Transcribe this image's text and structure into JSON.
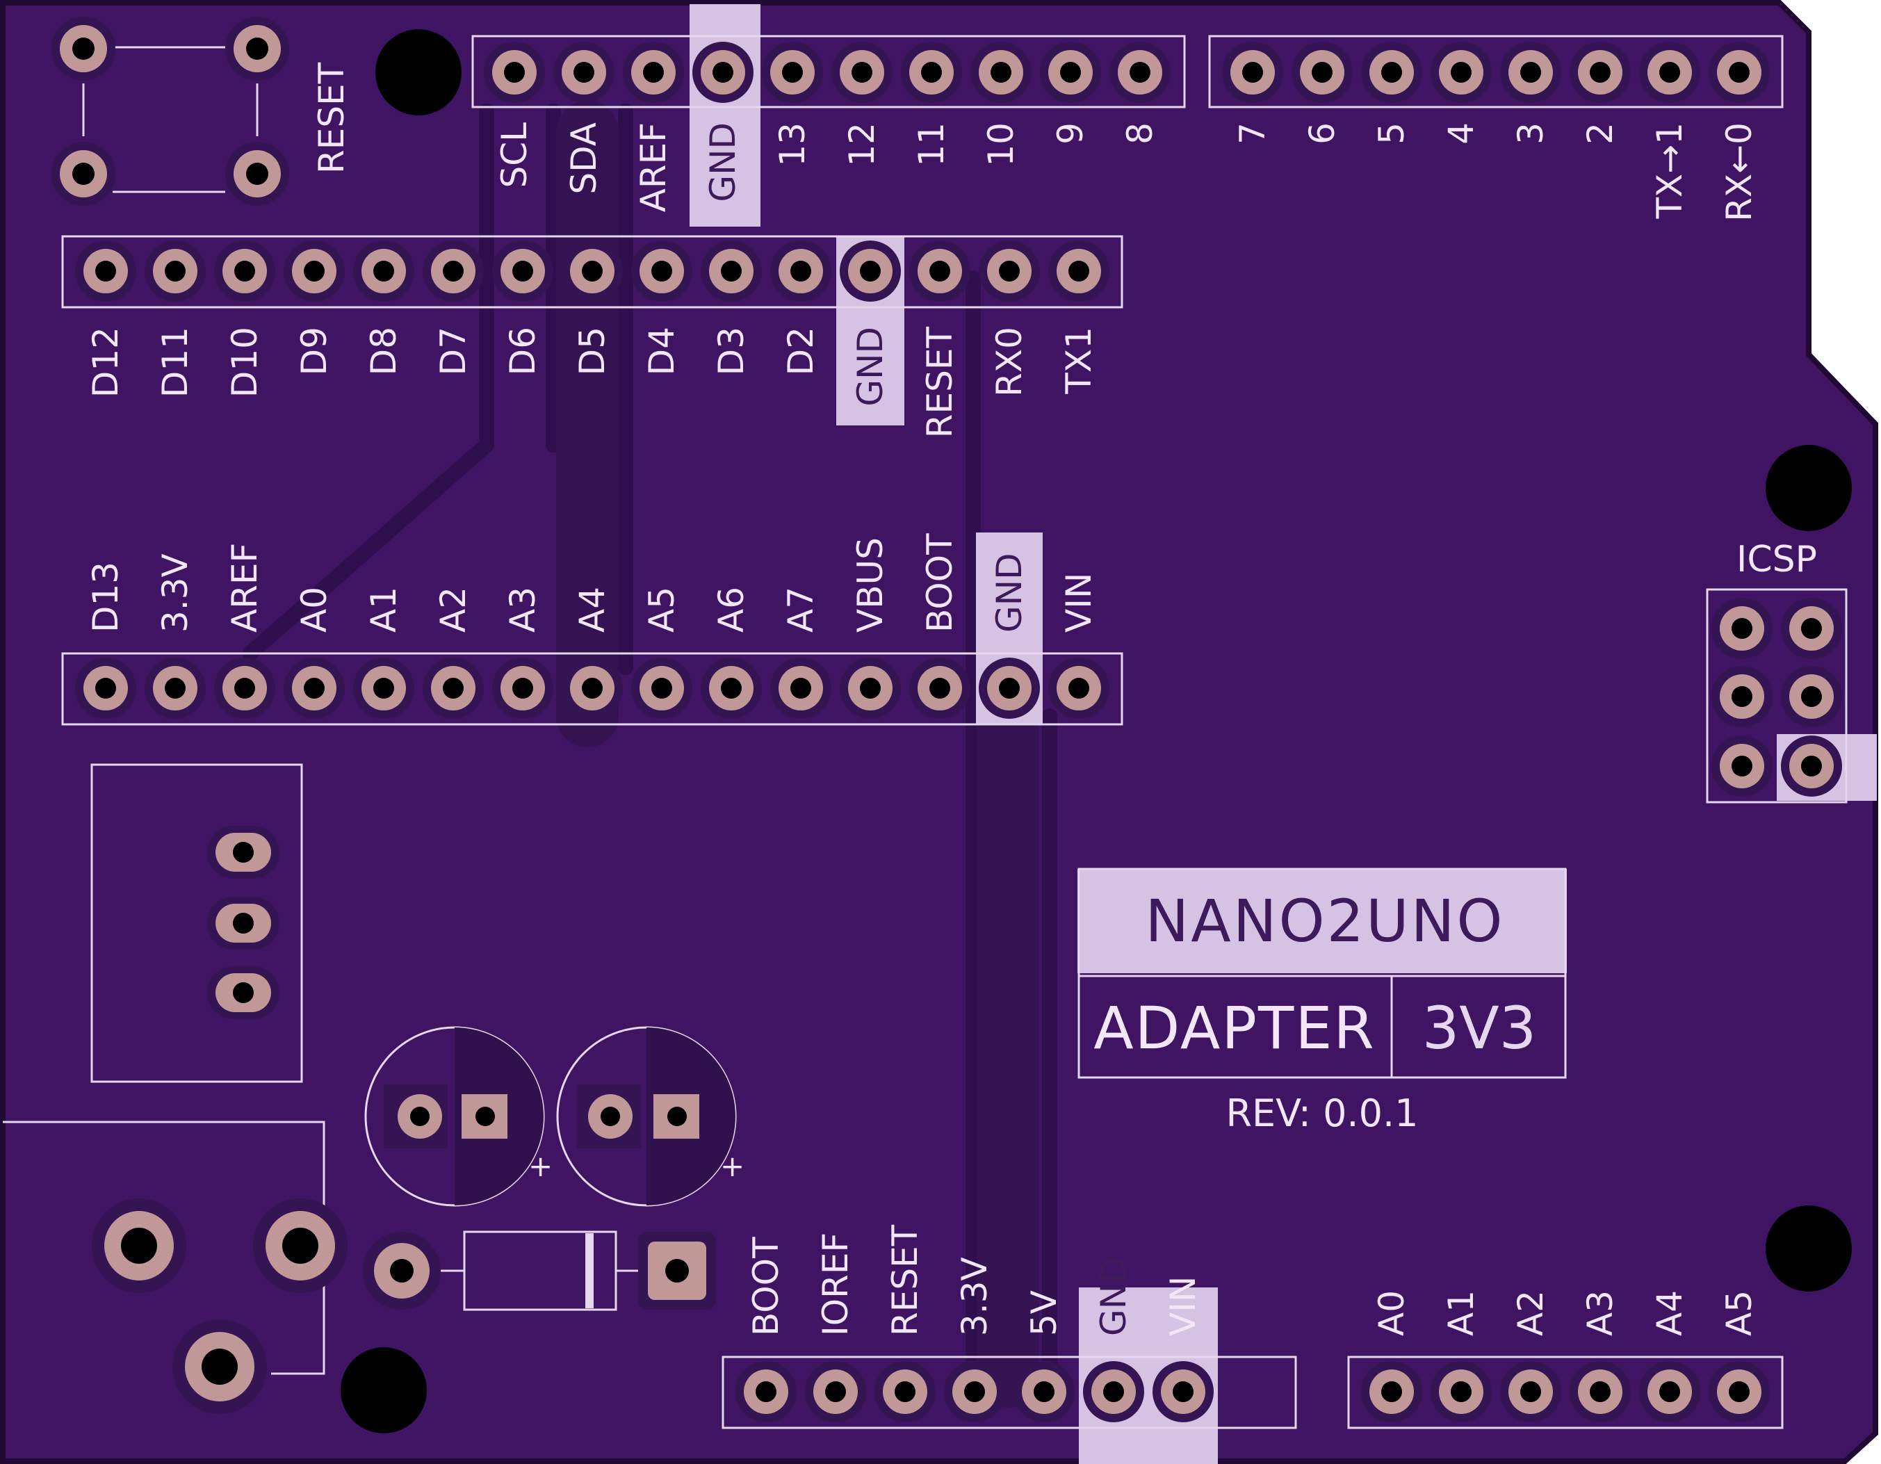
{
  "board": {
    "title": "NANO2UNO",
    "subtitle": "ADAPTER",
    "variant": "3V3",
    "revision": "REV: 0.0.1",
    "colors": {
      "pcb": "#3f1462",
      "edge": "#200a34",
      "trace": "#330f52",
      "silkscreen": "#e6d6ee",
      "pad": "#c09898",
      "highlight": "#d6c2e2"
    }
  },
  "labels": {
    "reset_button": "RESET",
    "icsp": "ICSP",
    "plus_a": "+",
    "plus_b": "+"
  },
  "headers": {
    "top_left": [
      "SCL",
      "SDA",
      "AREF",
      "GND",
      "13",
      "12",
      "11",
      "10",
      "9",
      "8"
    ],
    "top_right": [
      "7",
      "6",
      "5",
      "4",
      "3",
      "2",
      "TX→1",
      "RX←0"
    ],
    "nano_top": [
      "D12",
      "D11",
      "D10",
      "D9",
      "D8",
      "D7",
      "D6",
      "D5",
      "D4",
      "D3",
      "D2",
      "GND",
      "RESET",
      "RX0",
      "TX1"
    ],
    "nano_bottom": [
      "D13",
      "3.3V",
      "AREF",
      "A0",
      "A1",
      "A2",
      "A3",
      "A4",
      "A5",
      "A6",
      "A7",
      "VBUS",
      "BOOT",
      "GND",
      "VIN"
    ],
    "power": [
      "BOOT",
      "IOREF",
      "RESET",
      "3.3V",
      "5V",
      "GND",
      "VIN"
    ],
    "analog": [
      "A0",
      "A1",
      "A2",
      "A3",
      "A4",
      "A5"
    ]
  }
}
